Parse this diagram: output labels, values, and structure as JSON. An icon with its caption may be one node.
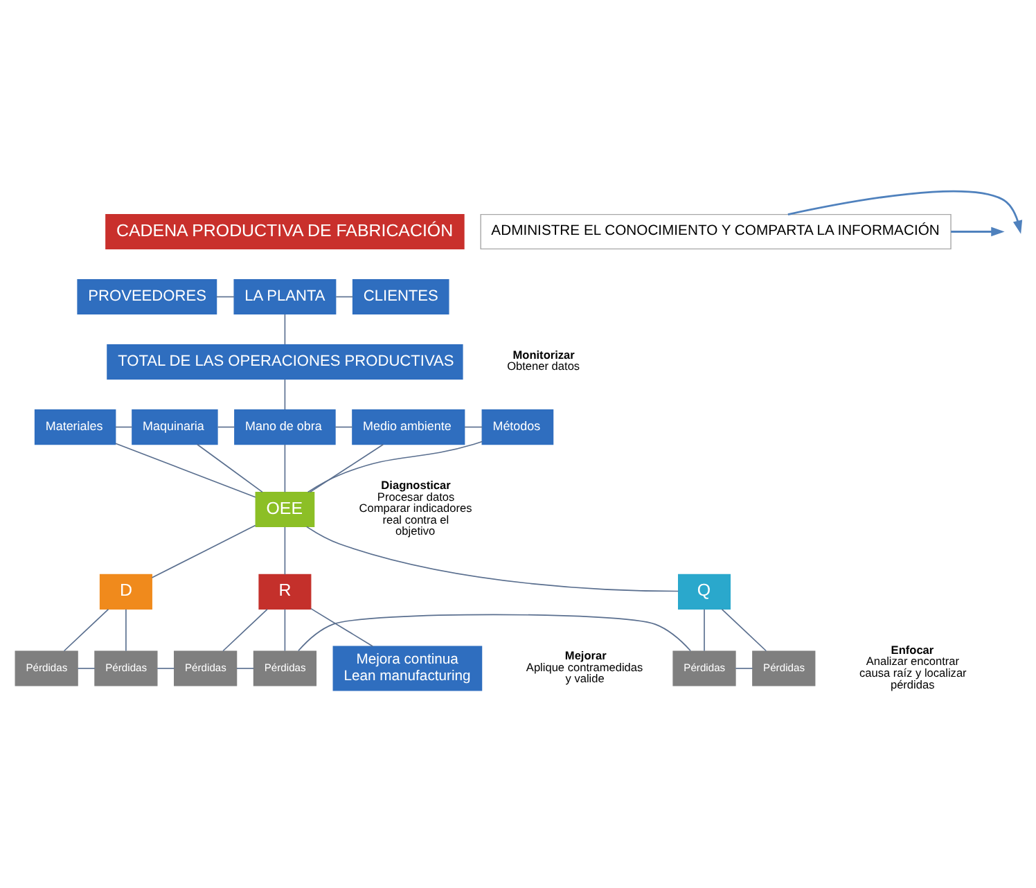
{
  "diagram": {
    "nodes": [
      {
        "text": [
          "CADENA PRODUCTIVA DE FABRICACIÓN"
        ]
      },
      {
        "text": [
          "PROVEEDORES"
        ]
      },
      {
        "text": [
          "LA PLANTA"
        ]
      },
      {
        "text": [
          "CLIENTES"
        ]
      },
      {
        "text": [
          "TOTAL DE LAS OPERACIONES PRODUCTIVAS"
        ]
      },
      {
        "text": [
          "Materiales"
        ]
      },
      {
        "text": [
          "Maquinaria"
        ]
      },
      {
        "text": [
          "Mano de obra"
        ]
      },
      {
        "text": [
          "Medio ambiente"
        ]
      },
      {
        "text": [
          "Métodos"
        ]
      },
      {
        "text": [
          "OEE"
        ]
      },
      {
        "text": [
          "D"
        ]
      },
      {
        "text": [
          "R"
        ]
      },
      {
        "text": [
          "Q"
        ]
      },
      {
        "text": [
          "Pérdidas"
        ]
      },
      {
        "text": [
          "Pérdidas"
        ]
      },
      {
        "text": [
          "Pérdidas"
        ]
      },
      {
        "text": [
          "Pérdidas"
        ]
      },
      {
        "text": [
          "Pérdidas"
        ]
      },
      {
        "text": [
          "Pérdidas"
        ]
      },
      {
        "text": [
          "Mejora continua",
          "Lean manufacturing"
        ]
      },
      {
        "text": [
          "ADMINISTRE EL CONOCIMIENTO Y COMPARTA LA INFORMACIÓN"
        ]
      }
    ],
    "edges": [
      {
        "from": 1,
        "to": 2,
        "arrow": "none"
      },
      {
        "from": 2,
        "to": 3,
        "arrow": "none"
      },
      {
        "from": 2,
        "to": 4,
        "arrow": "none"
      },
      {
        "from": 4,
        "to": 7,
        "arrow": "none"
      },
      {
        "from": 5,
        "to": 6,
        "arrow": "none"
      },
      {
        "from": 6,
        "to": 7,
        "arrow": "none"
      },
      {
        "from": 7,
        "to": 8,
        "arrow": "none"
      },
      {
        "from": 8,
        "to": 9,
        "arrow": "none"
      },
      {
        "from": 5,
        "to": 10,
        "arrow": "none"
      },
      {
        "from": 6,
        "to": 10,
        "arrow": "none"
      },
      {
        "from": 7,
        "to": 10,
        "arrow": "none"
      },
      {
        "from": 8,
        "to": 10,
        "arrow": "none"
      },
      {
        "from": 9,
        "to": 10,
        "arrow": "none"
      },
      {
        "from": 10,
        "to": 11,
        "arrow": "none"
      },
      {
        "from": 10,
        "to": 12,
        "arrow": "none"
      },
      {
        "from": 10,
        "to": 13,
        "arrow": "none"
      },
      {
        "from": 11,
        "to": 14,
        "arrow": "none"
      },
      {
        "from": 11,
        "to": 15,
        "arrow": "none"
      },
      {
        "from": 12,
        "to": 16,
        "arrow": "none"
      },
      {
        "from": 12,
        "to": 17,
        "arrow": "none"
      },
      {
        "from": 13,
        "to": 18,
        "arrow": "none"
      },
      {
        "from": 13,
        "to": 19,
        "arrow": "none"
      },
      {
        "from": 14,
        "to": 15,
        "arrow": "none"
      },
      {
        "from": 15,
        "to": 16,
        "arrow": "none"
      },
      {
        "from": 16,
        "to": 17,
        "arrow": "none"
      },
      {
        "from": 17,
        "to": 18,
        "arrow": "none"
      },
      {
        "from": 18,
        "to": 19,
        "arrow": "none"
      },
      {
        "from": 12,
        "to": 20,
        "arrow": "none"
      },
      {
        "from": 21,
        "to": null,
        "arrow": "to"
      },
      {
        "from": 21,
        "to": null,
        "arrow": "to"
      }
    ],
    "labels": [
      "Monitorizar",
      "Obtener datos",
      "Diagnosticar",
      "Procesar datos Comparar indicadores real contra el objetivo",
      "Enfocar",
      "Analizar encontrar causa raíz y localizar pérdidas",
      "Mejorar",
      "Aplique contramedidas y valide"
    ]
  }
}
